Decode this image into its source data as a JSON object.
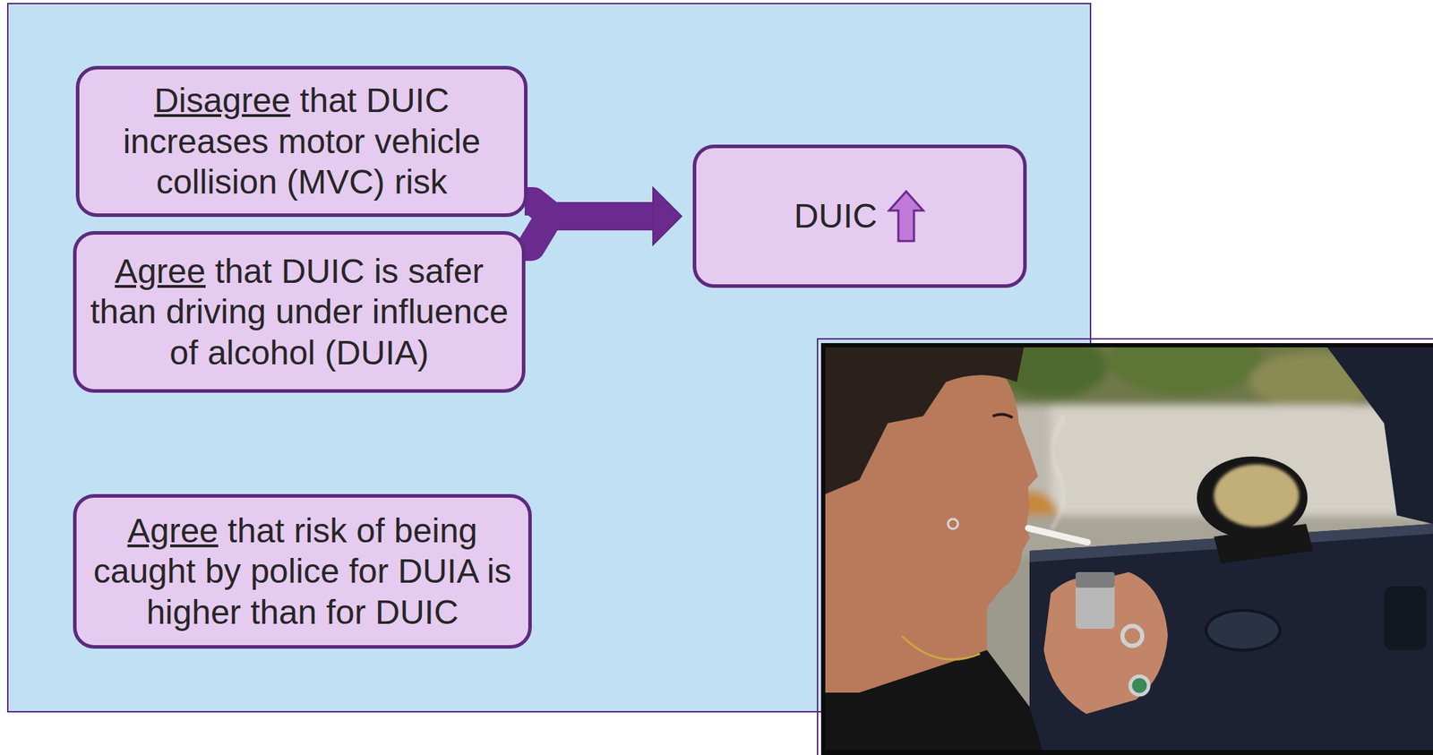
{
  "diagram": {
    "nodes": [
      {
        "text": [
          "Disagree that DUIC increases motor vehicle collision (MVC) risk"
        ]
      },
      {
        "text": [
          "Agree that DUIC is safer than driving under influence of alcohol (DUIA)"
        ]
      },
      {
        "text": [
          "DUIC"
        ]
      },
      {
        "text": [
          "Agree that risk of being caught by police for DUIA is higher than for DUIC"
        ]
      }
    ],
    "edges": [
      {
        "from": 0,
        "to": 2,
        "arrow": "to"
      },
      {
        "from": 1,
        "to": 2,
        "arrow": "to"
      }
    ]
  }
}
